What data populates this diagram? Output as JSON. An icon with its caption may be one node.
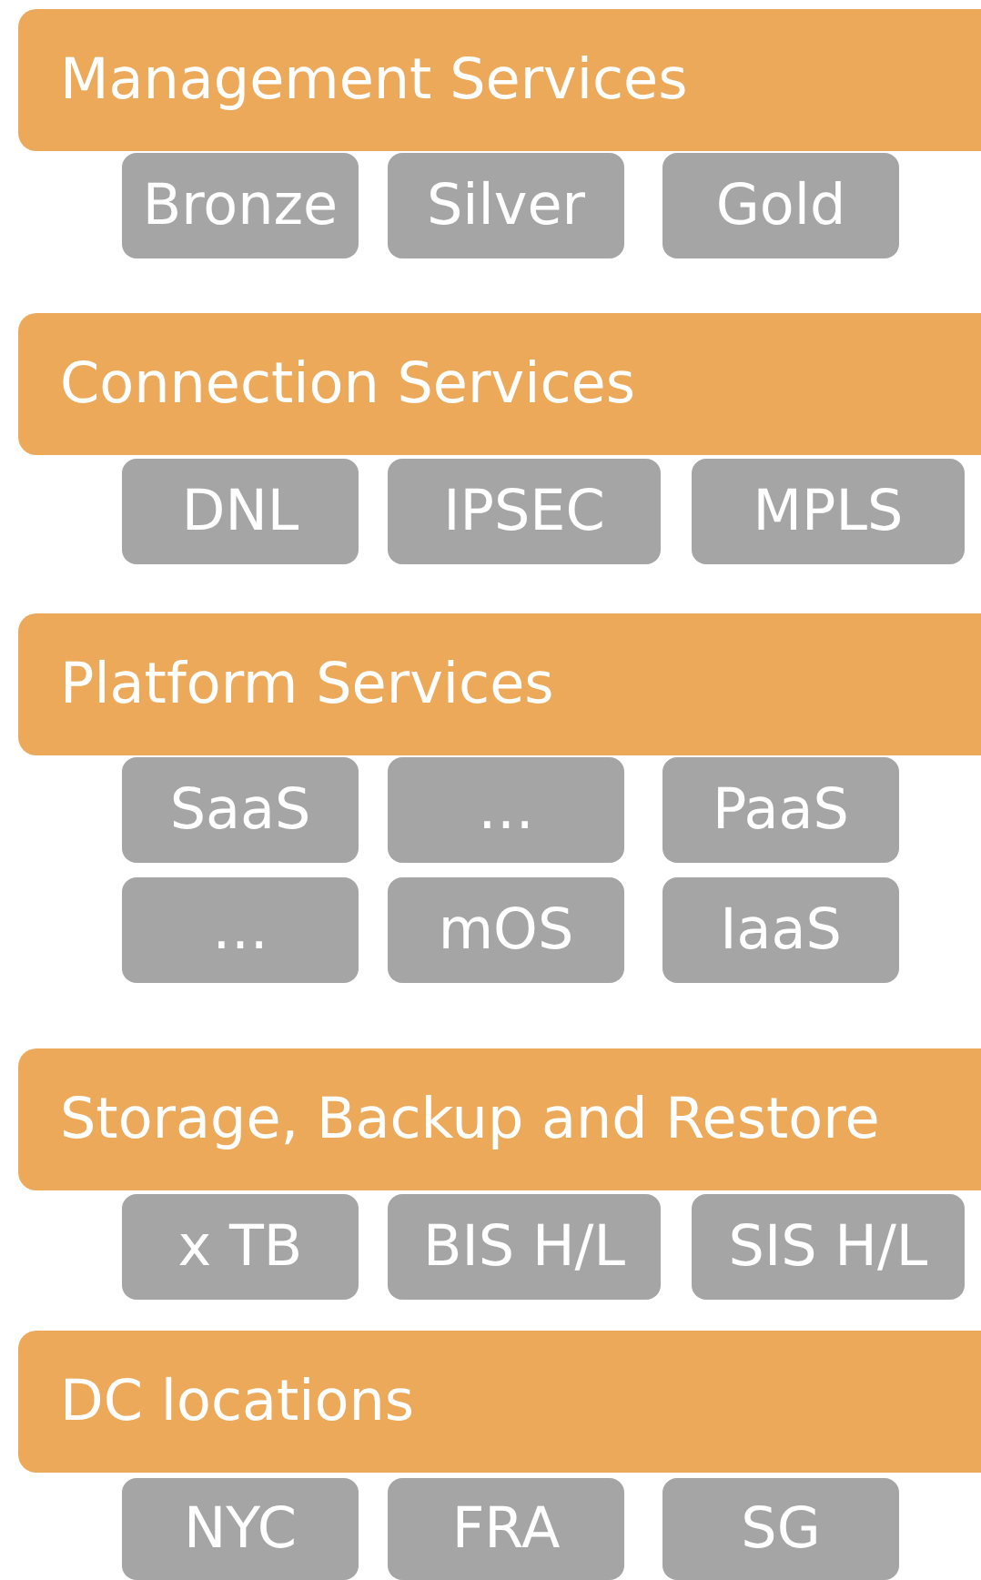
{
  "diagram": {
    "nodes": [
      {
        "text": [
          "Management Services"
        ]
      },
      {
        "text": [
          "Bronze"
        ]
      },
      {
        "text": [
          "Silver"
        ]
      },
      {
        "text": [
          "Gold"
        ]
      },
      {
        "text": [
          "Connection Services"
        ]
      },
      {
        "text": [
          "DNL"
        ]
      },
      {
        "text": [
          "IPSEC"
        ]
      },
      {
        "text": [
          "MPLS"
        ]
      },
      {
        "text": [
          "Platform Services"
        ]
      },
      {
        "text": [
          "SaaS"
        ]
      },
      {
        "text": [
          "…"
        ]
      },
      {
        "text": [
          "PaaS"
        ]
      },
      {
        "text": [
          "…"
        ]
      },
      {
        "text": [
          "mOS"
        ]
      },
      {
        "text": [
          "IaaS"
        ]
      },
      {
        "text": [
          "Storage, Backup and Restore"
        ]
      },
      {
        "text": [
          "x TB"
        ]
      },
      {
        "text": [
          "BIS H/L"
        ]
      },
      {
        "text": [
          "SIS H/L"
        ]
      },
      {
        "text": [
          "DC locations"
        ]
      },
      {
        "text": [
          "NYC"
        ]
      },
      {
        "text": [
          "FRA"
        ]
      },
      {
        "text": [
          "SG"
        ]
      }
    ]
  }
}
